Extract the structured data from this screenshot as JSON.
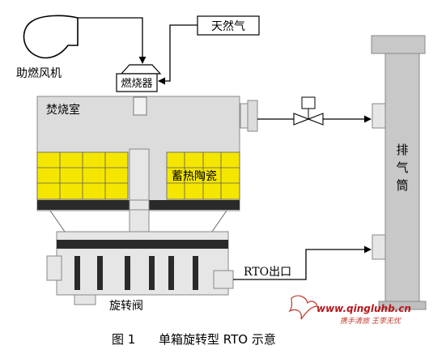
{
  "labels": {
    "blower": "助燃风机",
    "natural_gas": "天然气",
    "burner": "燃烧器",
    "combustion_chamber": "焚烧室",
    "regenerative_ceramic": "蓄热陶瓷",
    "rotary_valve": "旋转阀",
    "rto_outlet": "RTO出口",
    "stack_chars": [
      "排",
      "气",
      "筒"
    ]
  },
  "caption": {
    "figure_no": "图 1",
    "title": "单箱旋转型 RTO 示意"
  },
  "watermark": {
    "url": "www.qingluhb.cn",
    "slogan": "携手清旅 王李无忧"
  },
  "colors": {
    "ceramic_fill": "#f5e600",
    "vessel_fill": "#dcdcdc",
    "stack_fill": "#c8c8c8",
    "dark_band": "#2a2a2a",
    "watermark": "#b8171b"
  }
}
